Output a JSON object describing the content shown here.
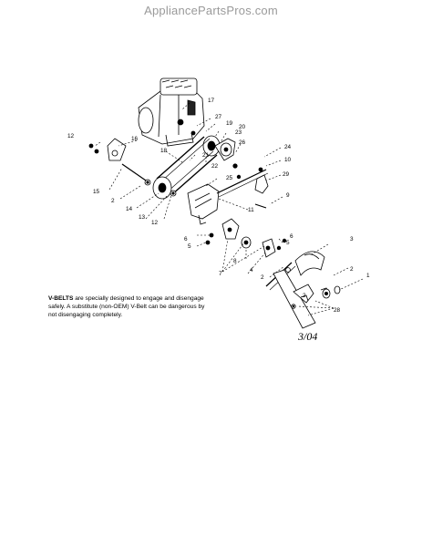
{
  "watermark": "AppliancePartsPros.com",
  "note": {
    "bold": "V-BELTS",
    "text": " are specially designed to engage and disengage safely. A substitute (non-OEM) V-Belt can be dangerous by not disengaging completely."
  },
  "date": "3/04",
  "callouts": {
    "c1": "1",
    "c2a": "2",
    "c2b": "2",
    "c2c": "2",
    "c2d": "2",
    "c3": "3",
    "c4": "4",
    "c5a": "5",
    "c5b": "5",
    "c6a": "6",
    "c6b": "6",
    "c7": "7",
    "c8": "8",
    "c9": "9",
    "c10": "10",
    "c11": "11",
    "c12a": "12",
    "c12b": "12",
    "c13": "13",
    "c14": "14",
    "c15": "15",
    "c16": "16",
    "c17": "17",
    "c18": "18",
    "c19": "19",
    "c20": "20",
    "c21": "21",
    "c22": "22",
    "c23": "23",
    "c24": "24",
    "c25": "25",
    "c26": "26",
    "c27": "27",
    "c28": "28",
    "c29": "29"
  }
}
